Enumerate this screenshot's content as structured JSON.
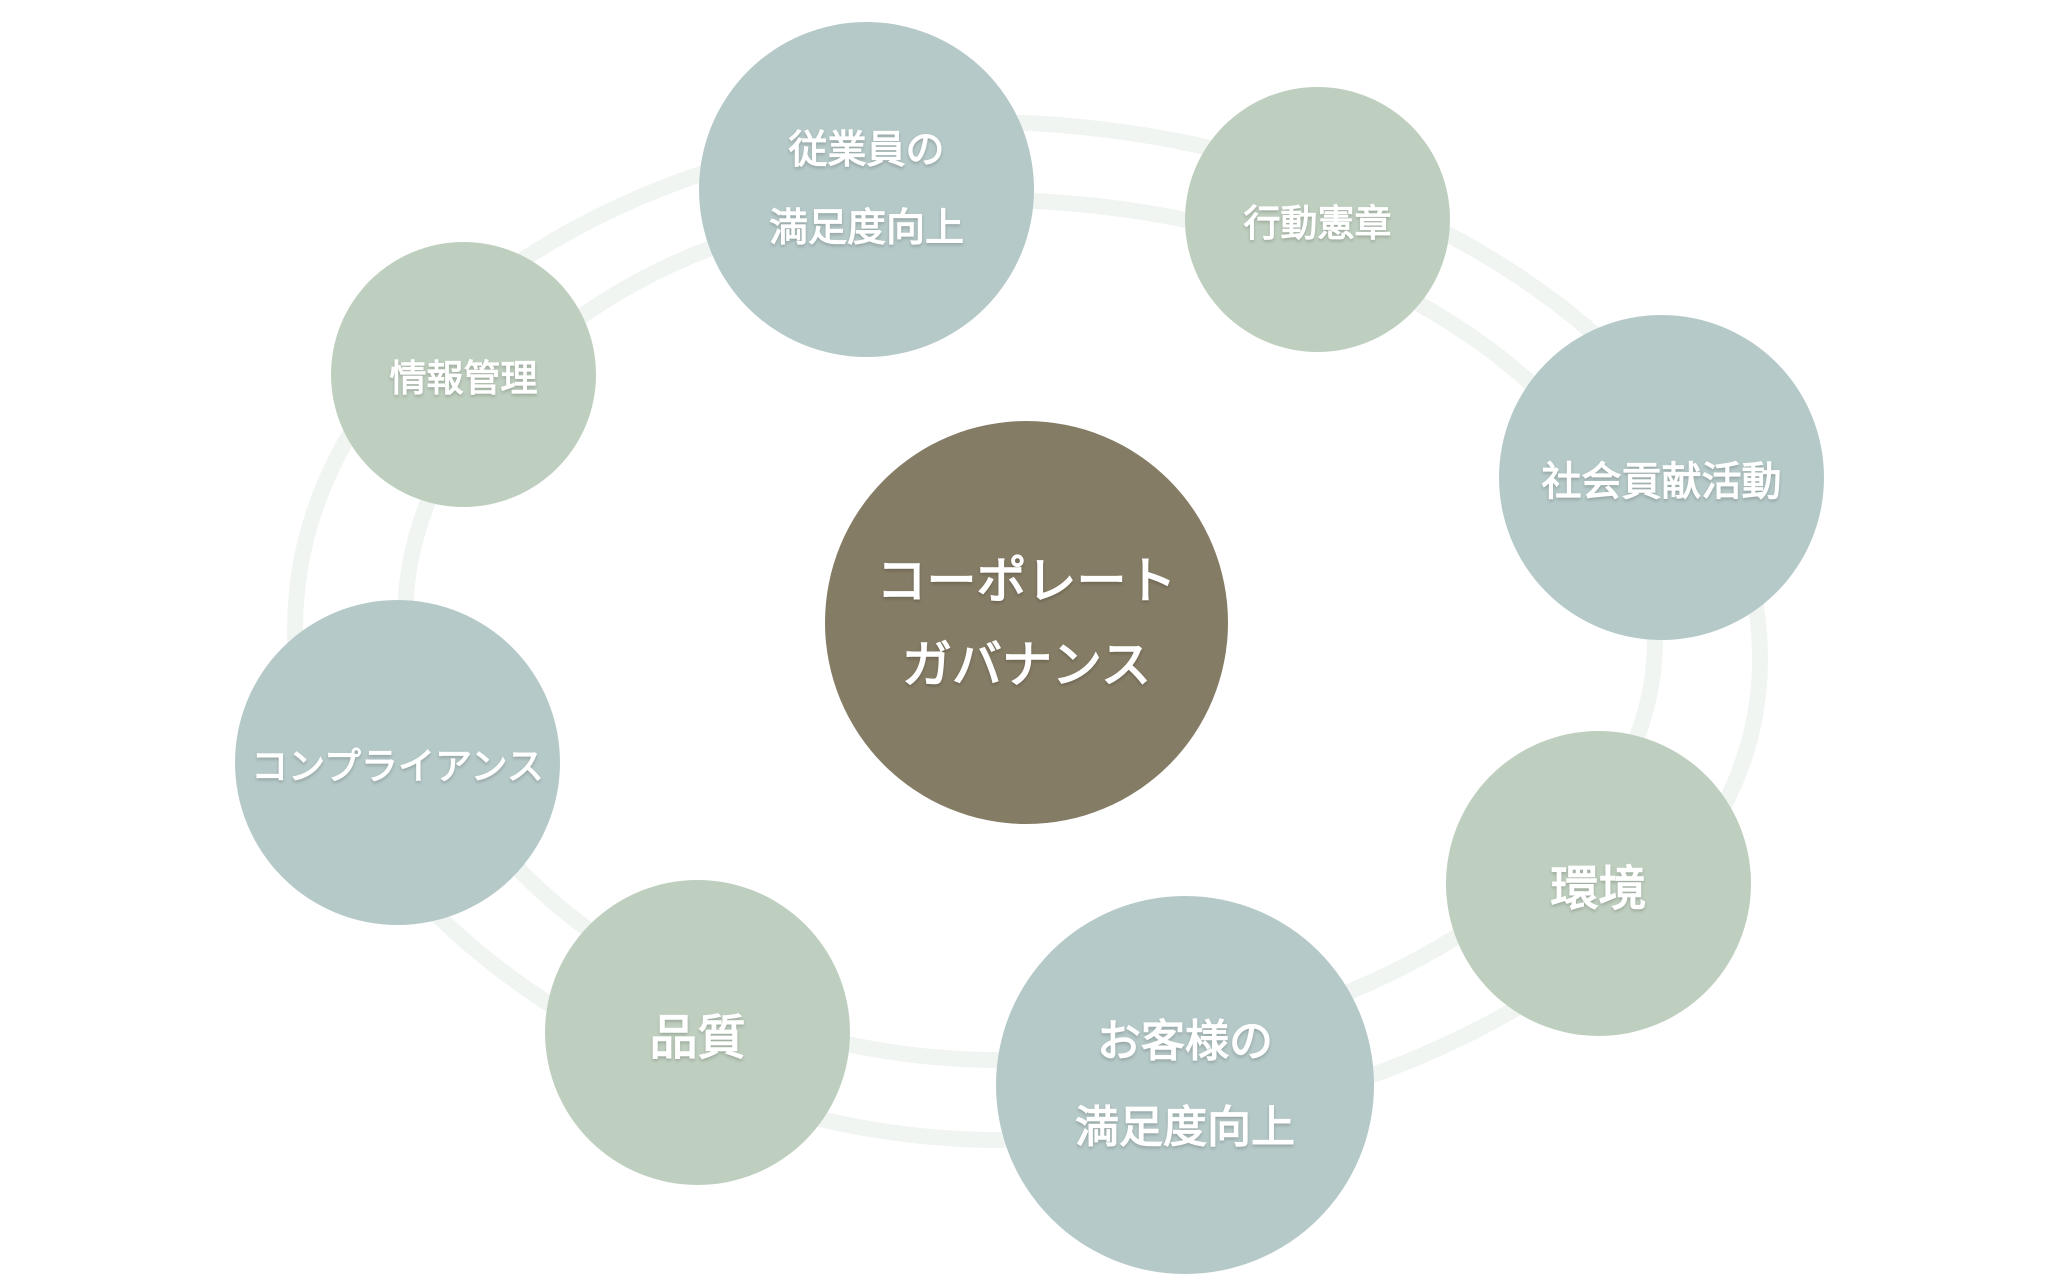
{
  "colors": {
    "center": "#857c65",
    "blue_node": "#b5c9c8",
    "green_node": "#bfcfbf",
    "ring": "#f1f5f2",
    "text": "#ffffff"
  },
  "center": {
    "lines": [
      "コーポレート",
      "ガバナンス"
    ]
  },
  "nodes": [
    {
      "id": "employee",
      "lines": [
        "従業員の",
        "満足度向上"
      ]
    },
    {
      "id": "conduct",
      "lines": [
        "行動憲章"
      ]
    },
    {
      "id": "social",
      "lines": [
        "社会貢献活動"
      ]
    },
    {
      "id": "environment",
      "lines": [
        "環境"
      ]
    },
    {
      "id": "customer",
      "lines": [
        "お客様の",
        "満足度向上"
      ]
    },
    {
      "id": "quality",
      "lines": [
        "品質"
      ]
    },
    {
      "id": "compliance",
      "lines": [
        "コンプライアンス"
      ]
    },
    {
      "id": "info",
      "lines": [
        "情報管理"
      ]
    }
  ]
}
